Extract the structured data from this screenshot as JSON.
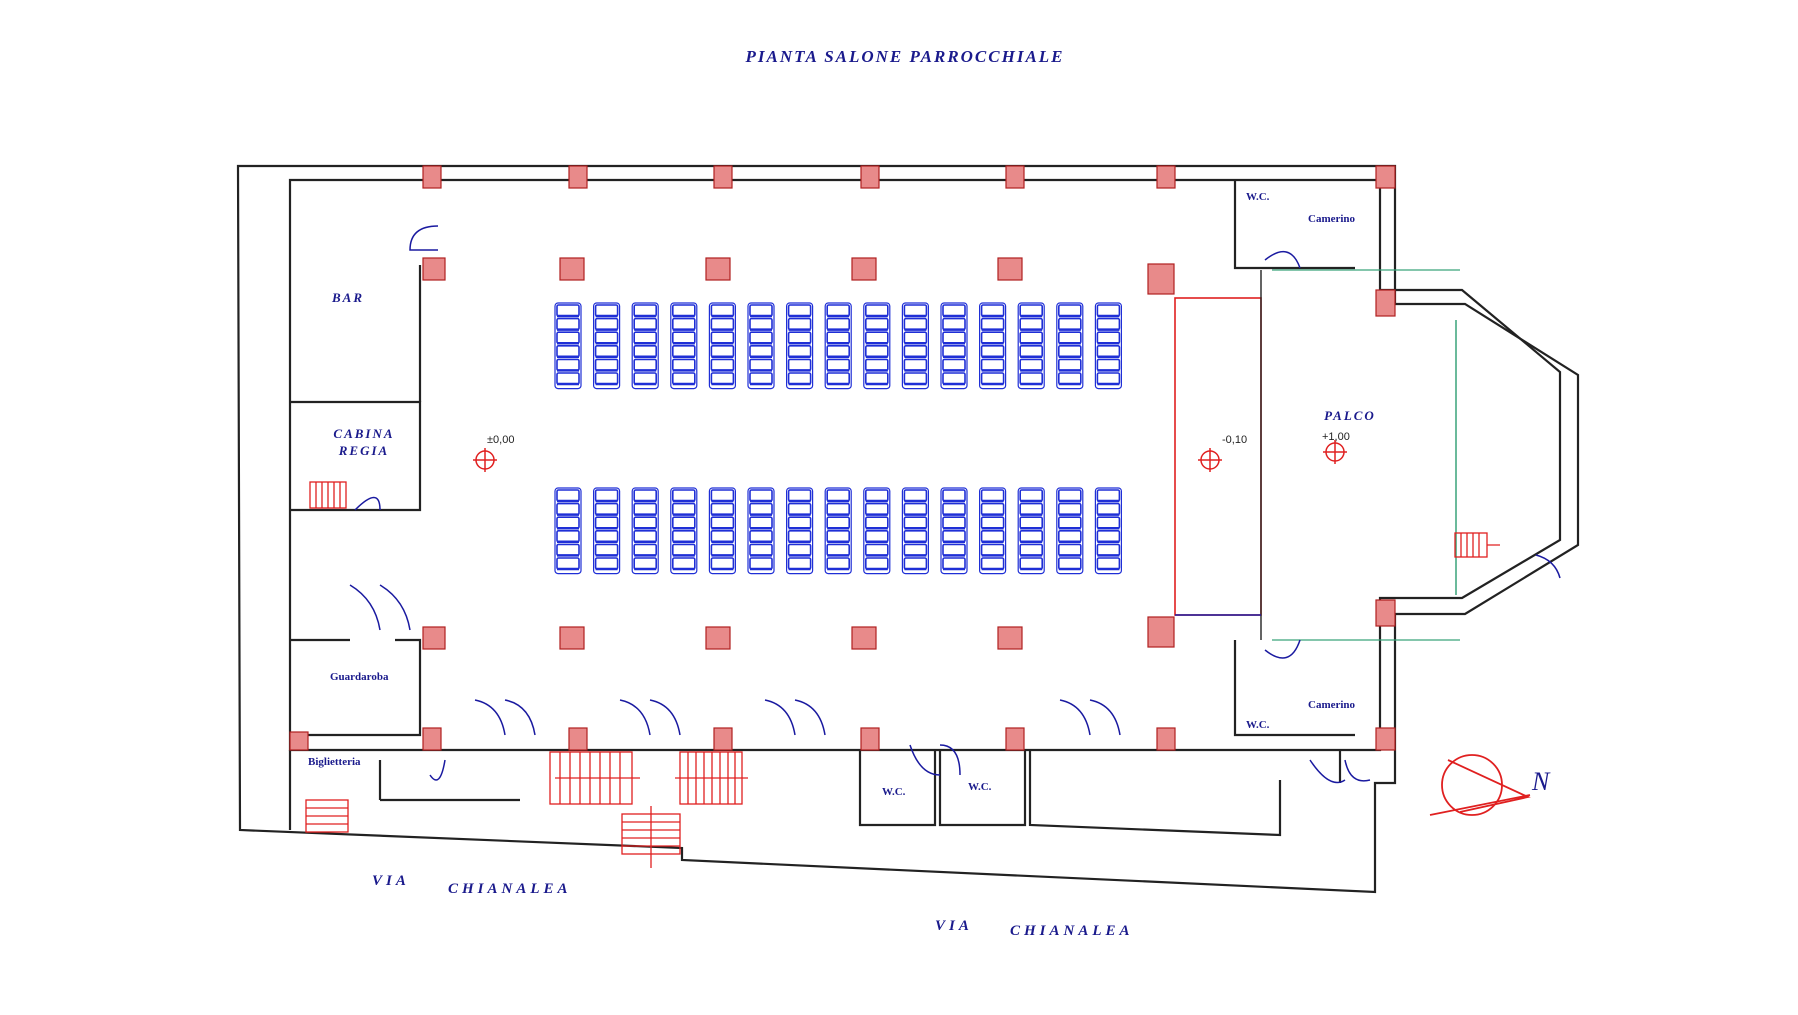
{
  "title": "PIANTA SALONE PARROCCHIALE",
  "rooms": {
    "bar": "BAR",
    "cabina_line1": "CABINA",
    "cabina_line2": "REGIA",
    "palco": "PALCO",
    "biglietteria": "Biglietteria",
    "guardaroba": "Guardaroba",
    "camerino_top": "Camerino",
    "camerino_bottom": "Camerino",
    "wc_top": "W.C.",
    "wc_bottom": "W.C.",
    "wc_left": "W.C.",
    "wc_right": "W.C."
  },
  "levels": {
    "hall": "±0,00",
    "pit": "-0,10",
    "stage": "+1,00"
  },
  "street": {
    "left_via": "VIA",
    "left_name": "CHIANALEA",
    "right_via": "VIA",
    "right_name": "CHIANALEA"
  },
  "north_label": "N",
  "seating": {
    "columns": 15,
    "upper_rows": 6,
    "lower_rows": 6
  },
  "colors": {
    "walls": "#222222",
    "text": "#1a1a8c",
    "chairs": "#1f2fd6",
    "columns": "#e88a8a",
    "stage_outline": "#e02020",
    "stage_line": "#3aa37a"
  }
}
